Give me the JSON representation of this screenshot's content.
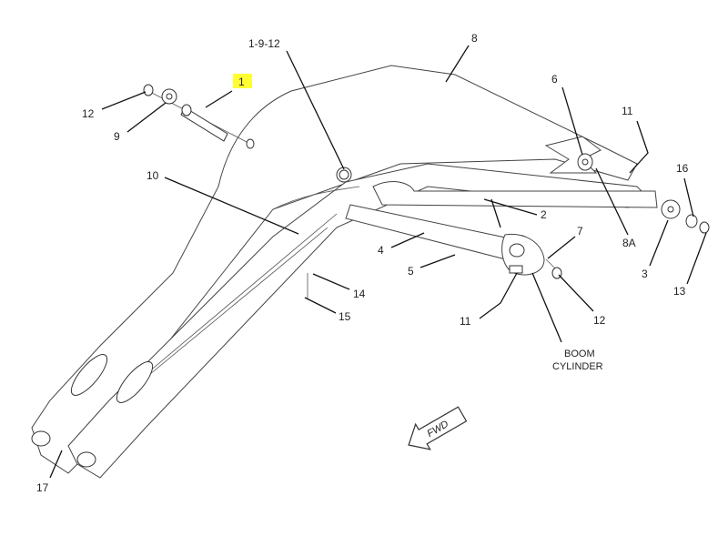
{
  "diagram": {
    "callouts": {
      "c1_9_12": "1-9-12",
      "c8": "8",
      "c1": "1",
      "c12a": "12",
      "c9": "9",
      "c10": "10",
      "c6": "6",
      "c11a": "11",
      "c16": "16",
      "c2": "2",
      "c8a": "8A",
      "c7": "7",
      "c3": "3",
      "c13": "13",
      "c4": "4",
      "c5": "5",
      "c14": "14",
      "c15": "15",
      "c11b": "11",
      "c12b": "12",
      "boom_line1": "BOOM",
      "boom_line2": "CYLINDER",
      "c17": "17"
    },
    "fwd_arrow": "FWD",
    "highlight_color": "#ffff33"
  }
}
